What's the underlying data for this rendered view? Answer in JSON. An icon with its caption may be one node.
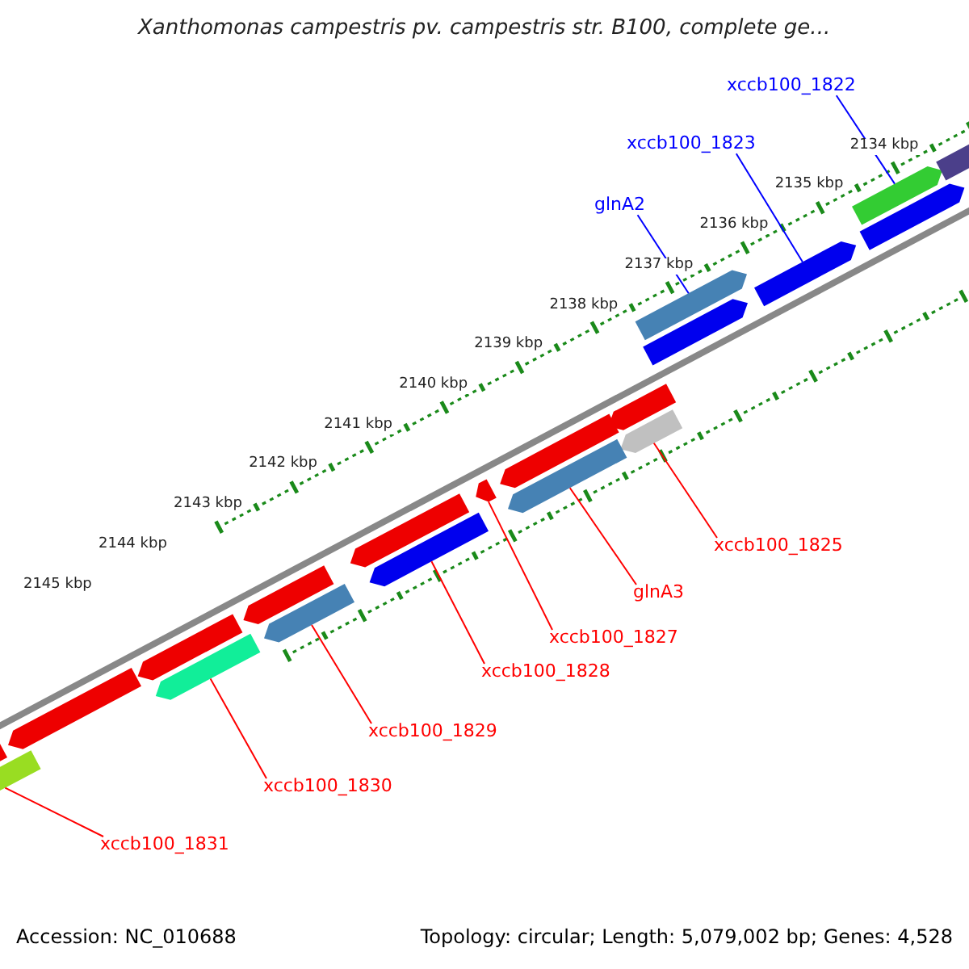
{
  "diagram": {
    "title": "Xanthomonas campestris pv. campestris str. B100, complete ge...",
    "nodes": [
      {
        "text": [
          "xccb100_1822"
        ]
      },
      {
        "text": [
          "xccb100_1823"
        ]
      },
      {
        "text": [
          "glnA2"
        ]
      },
      {
        "text": [
          "xccb100_1825"
        ]
      },
      {
        "text": [
          "glnA3"
        ]
      },
      {
        "text": [
          "xccb100_1827"
        ]
      },
      {
        "text": [
          "xccb100_1828"
        ]
      },
      {
        "text": [
          "xccb100_1829"
        ]
      },
      {
        "text": [
          "xccb100_1830"
        ]
      },
      {
        "text": [
          "xccb100_1831"
        ]
      },
      {
        "text": [],
        "shape": "bar"
      },
      {
        "text": [],
        "shape": "bar"
      },
      {
        "text": [],
        "shape": "bar"
      },
      {
        "text": [],
        "shape": "bar"
      },
      {
        "text": [],
        "shape": "bar"
      },
      {
        "text": [],
        "shape": "bar"
      },
      {
        "text": [],
        "shape": "bar"
      },
      {
        "text": [],
        "shape": "bar"
      },
      {
        "text": [],
        "shape": "bar"
      },
      {
        "text": [],
        "shape": "bar"
      },
      {
        "text": [],
        "shape": "bar"
      },
      {
        "text": [],
        "shape": "bar"
      },
      {
        "text": [],
        "shape": "bar"
      },
      {
        "text": [],
        "shape": "bar"
      },
      {
        "text": [],
        "shape": "bar"
      },
      {
        "text": [],
        "shape": "bar"
      },
      {
        "text": [],
        "shape": "bar"
      },
      {
        "text": [],
        "shape": "bar"
      },
      {
        "text": [],
        "shape": "bar"
      },
      {
        "text": [],
        "shape": "bar"
      }
    ],
    "edges": [
      {
        "from": 0,
        "to": 10,
        "arrow": "none",
        "color": "#0000ff"
      },
      {
        "from": 1,
        "to": 11,
        "arrow": "none",
        "color": "#0000ff"
      },
      {
        "from": 2,
        "to": 12,
        "arrow": "none",
        "color": "#0000ff"
      },
      {
        "from": 3,
        "to": 13,
        "arrow": "none"
      },
      {
        "from": 4,
        "to": 14,
        "arrow": "none"
      },
      {
        "from": 5,
        "to": 15,
        "arrow": "none"
      },
      {
        "from": 6,
        "to": 16,
        "arrow": "none"
      },
      {
        "from": 7,
        "to": 17,
        "arrow": "none"
      },
      {
        "from": 8,
        "to": 18,
        "arrow": "none"
      },
      {
        "from": 9,
        "to": 19,
        "arrow": "none"
      }
    ],
    "labels": [
      "2134 kbp",
      "2135 kbp",
      "2136 kbp",
      "2137 kbp",
      "2138 kbp",
      "2139 kbp",
      "2140 kbp",
      "2141 kbp",
      "2142 kbp",
      "2143 kbp",
      "2144 kbp",
      "2145 kbp",
      "Accession: NC_010688",
      "Topology: circular; Length: 5,079,002 bp; Genes: 4,528"
    ]
  }
}
